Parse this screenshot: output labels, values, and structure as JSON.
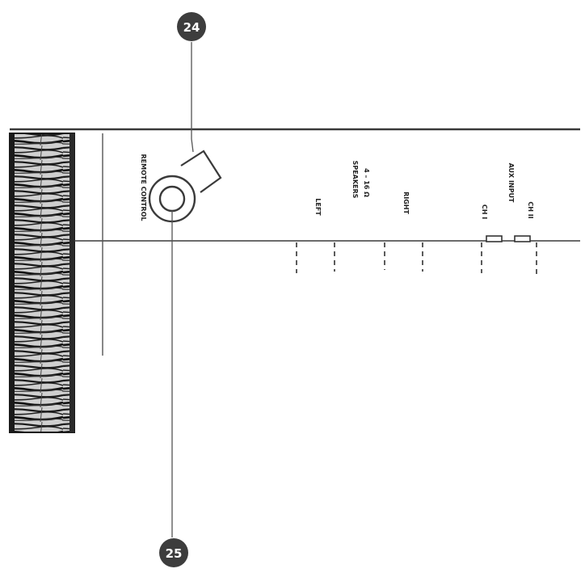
{
  "callouts": [
    {
      "number": "24",
      "target": "remote-control-connector-tab"
    },
    {
      "number": "25",
      "target": "remote-control-jack"
    }
  ],
  "panel_labels": {
    "remote_control": "REMOTE CONTROL",
    "left": "LEFT",
    "speakers": "SPEAKERS",
    "speakers_impedance": "4 – 16 Ω",
    "right": "RIGHT",
    "ch1": "CH I",
    "aux_input": "AUX INPUT",
    "ch2": "CH II"
  },
  "colors": {
    "line": "#3a3a3a",
    "callout_fill": "#3d3d3d",
    "wood_dark": "#1a1a1a",
    "wood_light": "#d8d8d8"
  }
}
